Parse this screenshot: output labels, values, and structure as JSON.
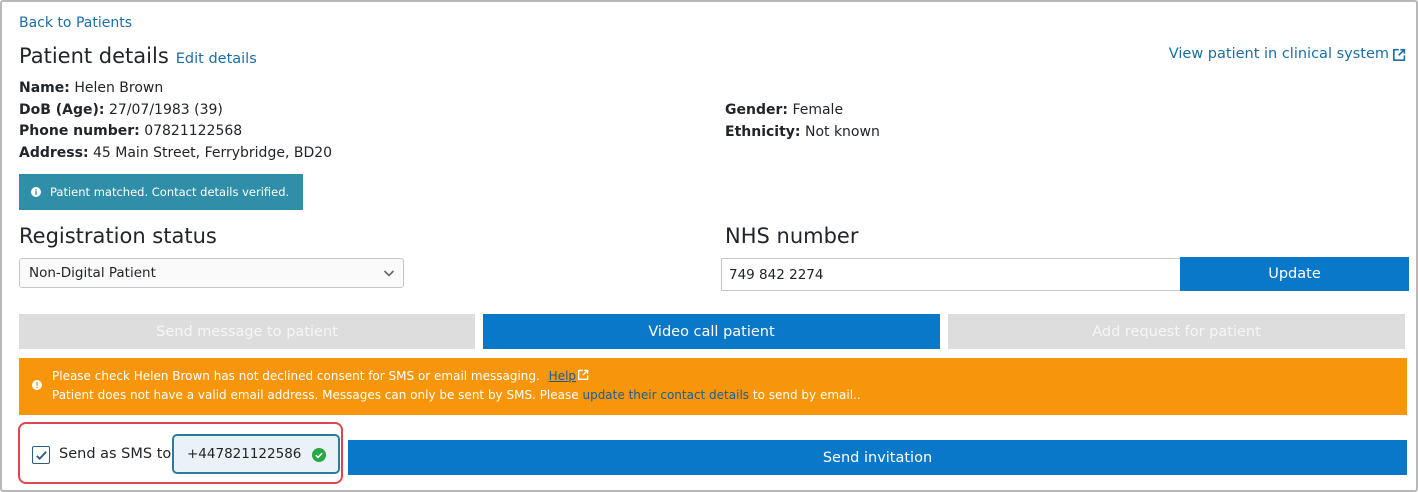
{
  "nav": {
    "back_label": "Back to Patients"
  },
  "header": {
    "title": "Patient details",
    "edit_label": "Edit details",
    "view_clinical_label": "View patient in clinical system"
  },
  "patient": {
    "name_label": "Name:",
    "name": "Helen Brown",
    "dob_label": "DoB (Age):",
    "dob": "27/07/1983 (39)",
    "phone_label": "Phone number:",
    "phone": "07821122568",
    "address_label": "Address:",
    "address": "45 Main Street, Ferrybridge, BD20",
    "gender_label": "Gender:",
    "gender": "Female",
    "ethnicity_label": "Ethnicity:",
    "ethnicity": "Not known"
  },
  "match_banner": {
    "text": "Patient matched. Contact details verified."
  },
  "registration": {
    "label": "Registration status",
    "selected": "Non-Digital Patient"
  },
  "nhs": {
    "label": "NHS number",
    "value": "749 842 2274",
    "update_label": "Update"
  },
  "actions": {
    "send_message": "Send message to patient",
    "video_call": "Video call patient",
    "add_request": "Add request for patient"
  },
  "warning": {
    "line1": "Please check Helen Brown has not declined consent for SMS or email messaging.",
    "help_label": "Help",
    "line2_pre": "Patient does not have a valid email address. Messages can only be sent by SMS. Please",
    "contact_link": "update their contact details",
    "line2_post": "to send by email.."
  },
  "sms": {
    "checked": true,
    "label": "Send as SMS to",
    "number": "+447821122586"
  },
  "send_invitation_label": "Send invitation",
  "colors": {
    "primary": "#0a78c8",
    "info": "#2f8ea8",
    "warning": "#f7960a",
    "highlight": "#e0474c",
    "valid": "#28a745"
  }
}
